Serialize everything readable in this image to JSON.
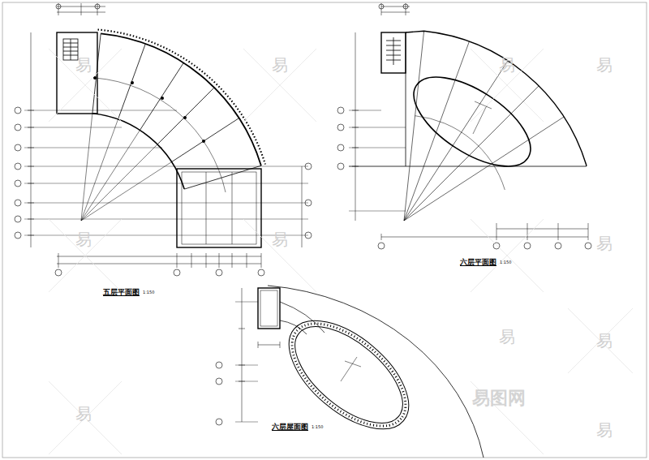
{
  "diagram": {
    "labels": [
      "五层平面图",
      "1:150",
      "六层平面图",
      "1:150",
      "六层屋面图",
      "1:150",
      "易",
      "易",
      "易",
      "易",
      "易",
      "易",
      "易",
      "易",
      "易",
      "易",
      "易",
      "易图网"
    ]
  }
}
